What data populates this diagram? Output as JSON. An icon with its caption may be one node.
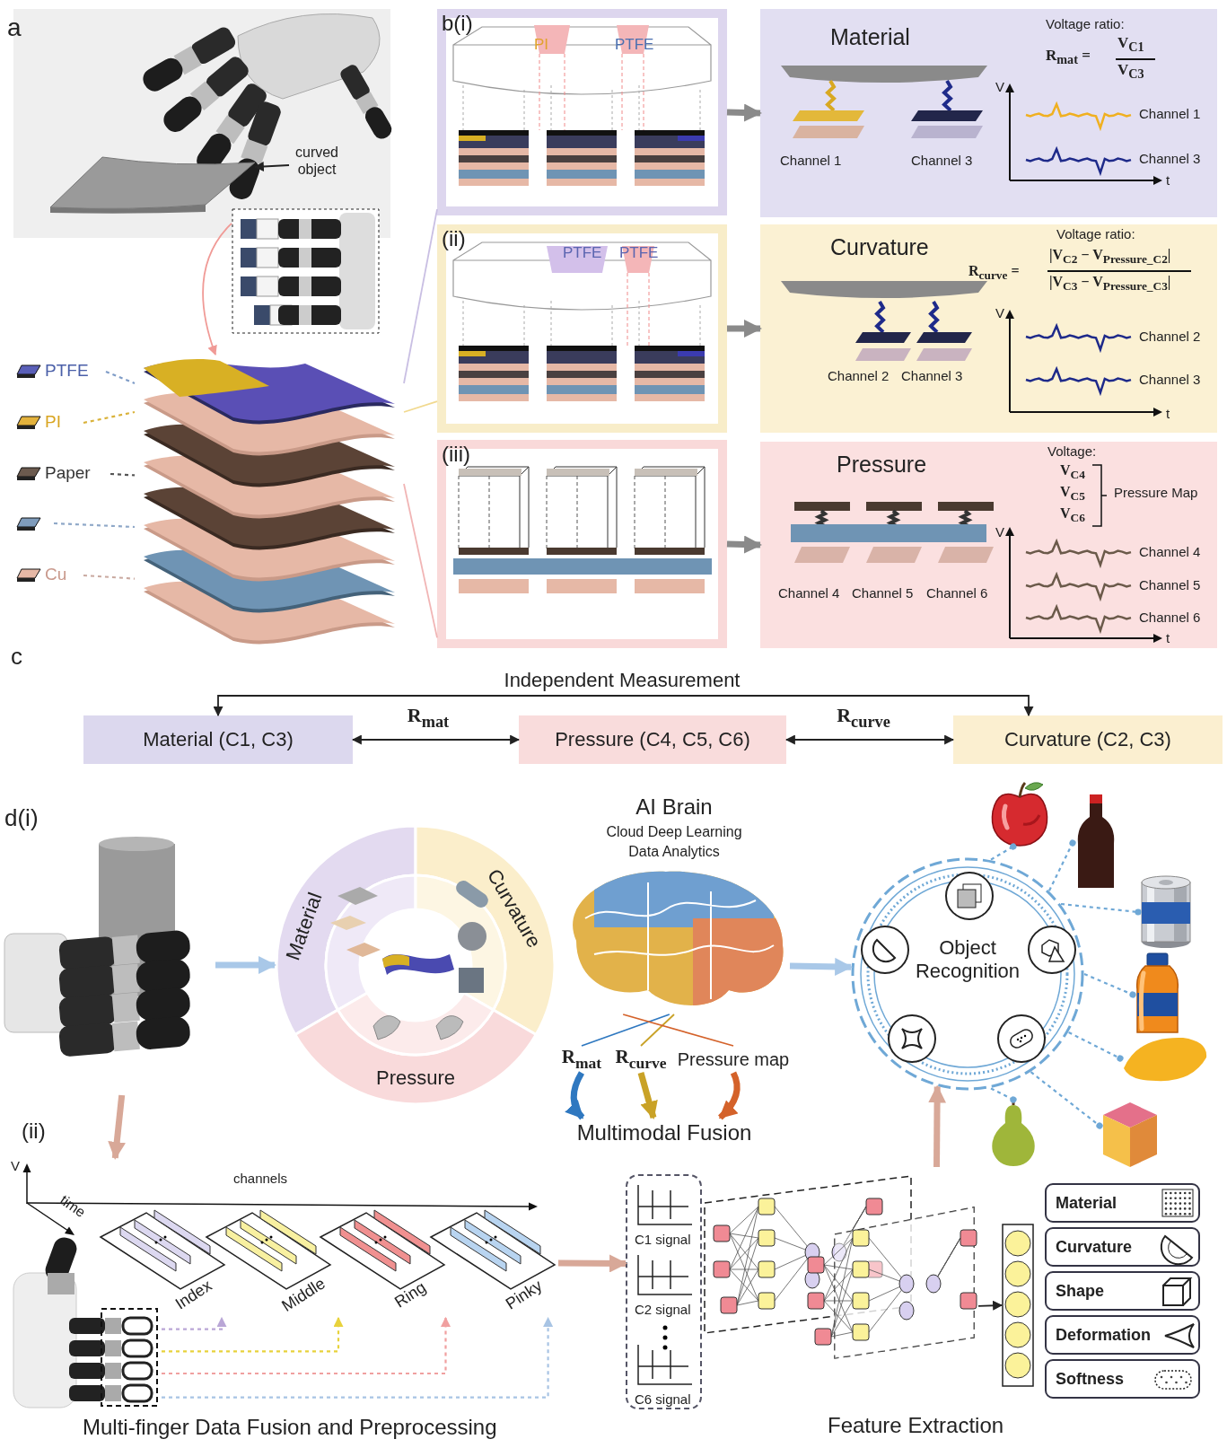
{
  "diagram": {
    "nodes": [
      {
        "text": [],
        "shape": "picture"
      },
      {
        "text": [],
        "shape": "picture",
        "in": 0
      },
      {
        "text": [
          "curved object"
        ],
        "in": 0
      },
      {
        "text": [],
        "shape": "picture"
      },
      {
        "text": [],
        "shape": "picture"
      },
      {
        "text": [
          "PTFE"
        ]
      },
      {
        "text": [
          "PI"
        ]
      },
      {
        "text": [
          "Paper"
        ]
      },
      {
        "text": [],
        "shape": "box"
      },
      {
        "text": [
          "Cu"
        ]
      },
      {
        "text": [
          "PI",
          "PTFE"
        ]
      },
      {
        "text": [
          "PTFE",
          "PTFE"
        ]
      },
      {
        "text": [],
        "shape": "picture"
      },
      {
        "text": [
          "Material",
          "Channel 1",
          "Channel 3",
          "Voltage ratio:",
          "R$_{mat}$ =",
          "V$_{C1}$",
          "V$_{C3}$",
          "V",
          "Channel 1",
          "Channel 3",
          "t"
        ]
      },
      {
        "text": [
          "Curvature",
          "Channel 2",
          "Channel 3",
          "Voltage ratio:",
          "R$_{curve}$ =",
          "|V$_{C2}$ − V$_{Pressure_C2}$|",
          "|V$_{C3}$ − V$_{Pressure_C3}$|",
          "V",
          "Channel 2",
          "Channel 3",
          "t"
        ]
      },
      {
        "text": [
          "Pressure",
          "Channel 4",
          "Channel 5",
          "Channel 6",
          "Voltage:",
          "V$_{C4}$",
          "V$_{C5}$",
          "V$_{C6}$",
          "Pressure Map",
          "V",
          "Channel 4",
          "Channel 5",
          "Channel 6",
          "t"
        ]
      },
      {
        "text": [
          "Material (C1, C3)"
        ]
      },
      {
        "text": [
          "Pressure (C4, C5, C6)"
        ]
      },
      {
        "text": [
          "Curvature (C2, C3)"
        ]
      },
      {
        "text": [],
        "shape": "picture"
      },
      {
        "text": [
          "Material",
          "Curvature",
          "Pressure"
        ]
      },
      {
        "text": [
          "AI Brain",
          "Cloud Deep Learning",
          "Data Analytics"
        ]
      },
      {
        "text": [
          "R$_{mat}$"
        ]
      },
      {
        "text": [
          "R$_{curve}$"
        ]
      },
      {
        "text": [
          "Pressure map"
        ]
      },
      {
        "text": [
          "Multimodal Fusion"
        ]
      },
      {
        "text": [
          "Object Recognition"
        ]
      },
      {
        "text": [],
        "shape": "picture"
      },
      {
        "text": [],
        "shape": "picture"
      },
      {
        "text": [],
        "shape": "picture"
      },
      {
        "text": [],
        "shape": "picture"
      },
      {
        "text": [],
        "shape": "picture"
      },
      {
        "text": [],
        "shape": "picture"
      },
      {
        "text": [],
        "shape": "picture"
      },
      {
        "text": [],
        "shape": "picture"
      },
      {
        "text": [
          "V",
          "channels",
          "time"
        ]
      },
      {
        "text": [
          "Index"
        ]
      },
      {
        "text": [
          "Middle"
        ]
      },
      {
        "text": [
          "Ring"
        ]
      },
      {
        "text": [
          "Pinky"
        ]
      },
      {
        "text": [
          "C1 signal",
          "C2 signal",
          "C6 signal"
        ]
      },
      {
        "text": [],
        "shape": "picture"
      },
      {
        "text": [],
        "shape": "picture"
      },
      {
        "text": [
          "Material"
        ]
      },
      {
        "text": [
          "Curvature"
        ]
      },
      {
        "text": [
          "Shape"
        ]
      },
      {
        "text": [
          "Deformation"
        ]
      },
      {
        "text": [
          "Softness"
        ]
      }
    ],
    "edges": [
      {
        "from": 2,
        "to": 1,
        "arrow": "to",
        "color": "#222222"
      },
      {
        "from": 3,
        "to": 4,
        "arrow": "to",
        "color": "#f09a96"
      },
      {
        "from": 4,
        "to": 10,
        "arrow": "none",
        "color": "#c9bfe3"
      },
      {
        "from": 4,
        "to": 11,
        "arrow": "none",
        "color": "#f1d98f"
      },
      {
        "from": 4,
        "to": 12,
        "arrow": "none",
        "color": "#f1b5b5"
      },
      {
        "from": 5,
        "to": 4,
        "arrow": "none",
        "style": "dashed",
        "color": "#7f9cc7"
      },
      {
        "from": 6,
        "to": 4,
        "arrow": "none",
        "style": "dashed",
        "color": "#d9b23a"
      },
      {
        "from": 7,
        "to": 4,
        "arrow": "none",
        "style": "dashed",
        "color": "#555555"
      },
      {
        "from": 8,
        "to": 4,
        "arrow": "none",
        "style": "dashed",
        "color": "#8fa8c8"
      },
      {
        "from": 9,
        "to": 4,
        "arrow": "none",
        "style": "dashed",
        "color": "#c9a9a0"
      },
      {
        "from": 10,
        "to": 13,
        "arrow": "to",
        "style": "thick",
        "color": "#8a8a8a"
      },
      {
        "from": 11,
        "to": 14,
        "arrow": "to",
        "style": "thick",
        "color": "#8a8a8a"
      },
      {
        "from": 12,
        "to": 15,
        "arrow": "to",
        "style": "thick",
        "color": "#8a8a8a"
      },
      {
        "from": 16,
        "to": 18,
        "arrow": "both",
        "label": "Independent Measurement",
        "color": "#222222"
      },
      {
        "from": 16,
        "to": 17,
        "arrow": "both",
        "label": "R$_{mat}$",
        "color": "#222222"
      },
      {
        "from": 17,
        "to": 18,
        "arrow": "both",
        "label": "R$_{curve}$",
        "color": "#222222"
      },
      {
        "from": 19,
        "to": 20,
        "arrow": "to",
        "style": "thick",
        "color": "#a9c8e8"
      },
      {
        "from": 21,
        "to": 22,
        "arrow": "none",
        "color": "#2f78c0"
      },
      {
        "from": 21,
        "to": 23,
        "arrow": "none",
        "color": "#c9a227"
      },
      {
        "from": 21,
        "to": 24,
        "arrow": "none",
        "color": "#d4622a"
      },
      {
        "from": 22,
        "to": 25,
        "arrow": "to",
        "style": "thick",
        "color": "#2f78c0"
      },
      {
        "from": 23,
        "to": 25,
        "arrow": "to",
        "style": "thick",
        "color": "#c9a227"
      },
      {
        "from": 24,
        "to": 25,
        "arrow": "to",
        "style": "thick",
        "color": "#d4622a"
      },
      {
        "from": 21,
        "to": 26,
        "arrow": "to",
        "style": "thick",
        "color": "#a9c8e8"
      },
      {
        "from": 26,
        "to": 27,
        "arrow": "other",
        "style": "dashed",
        "color": "#6fa8d6"
      },
      {
        "from": 26,
        "to": 28,
        "arrow": "other",
        "style": "dashed",
        "color": "#6fa8d6"
      },
      {
        "from": 26,
        "to": 29,
        "arrow": "other",
        "style": "dashed",
        "color": "#6fa8d6"
      },
      {
        "from": 26,
        "to": 30,
        "arrow": "other",
        "style": "dashed",
        "color": "#6fa8d6"
      },
      {
        "from": 26,
        "to": 31,
        "arrow": "other",
        "style": "dashed",
        "color": "#6fa8d6"
      },
      {
        "from": 26,
        "to": 32,
        "arrow": "other",
        "style": "dashed",
        "color": "#6fa8d6"
      },
      {
        "from": 26,
        "to": 33,
        "arrow": "other",
        "style": "dashed",
        "color": "#6fa8d6"
      },
      {
        "from": 19,
        "to": 35,
        "arrow": "to",
        "style": "thick",
        "color": "#d8a898"
      },
      {
        "from": 34,
        "to": 36,
        "arrow": "to",
        "style": "dashed",
        "color": "#b9a6d6"
      },
      {
        "from": 34,
        "to": 37,
        "arrow": "to",
        "style": "dashed",
        "color": "#e8d23c"
      },
      {
        "from": 34,
        "to": 38,
        "arrow": "to",
        "style": "dashed",
        "color": "#f0a0a0"
      },
      {
        "from": 34,
        "to": 39,
        "arrow": "to",
        "style": "dashed",
        "color": "#a8c4e4"
      },
      {
        "from": 39,
        "to": 40,
        "arrow": "to",
        "style": "thick",
        "color": "#d8a898"
      },
      {
        "from": 41,
        "to": 42,
        "arrow": "to",
        "color": "#222222"
      },
      {
        "from": 41,
        "to": 26,
        "arrow": "to",
        "style": "thick",
        "color": "#d8a898"
      }
    ],
    "labels": [
      "a",
      "b(i)",
      "(ii)",
      "(iii)",
      "c",
      "d(i)",
      "(ii)",
      "Multi-finger Data Fusion and Preprocessing",
      "Feature Extraction"
    ]
  }
}
